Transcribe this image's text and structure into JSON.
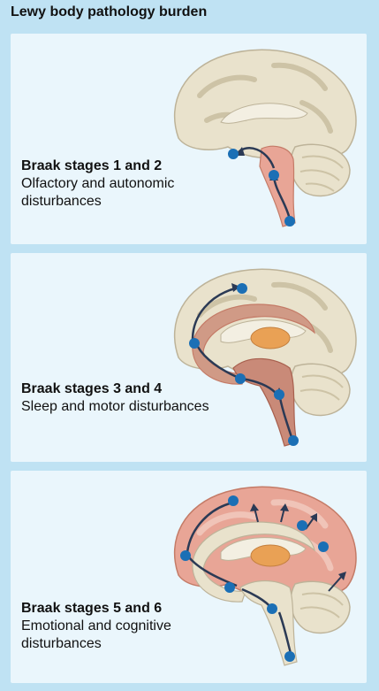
{
  "title": "Lewy body pathology burden",
  "colors": {
    "background": "#bfe2f3",
    "panel": "#eaf6fc",
    "brain": "#e9e2cc",
    "brain_outline": "#bdb399",
    "pathology": "#e8a596",
    "pathology_dark": "#c47b67",
    "thalamus": "#e9a155",
    "node": "#1b6fb5",
    "arrow": "#2b3a55"
  },
  "panels": [
    {
      "stage": "Braak stages 1 and 2",
      "description": "Olfactory and autonomic disturbances",
      "affected_regions": [
        "brainstem",
        "olfactory"
      ]
    },
    {
      "stage": "Braak stages 3 and 4",
      "description": "Sleep and motor disturbances",
      "affected_regions": [
        "brainstem",
        "midbrain",
        "thalamus",
        "limbic"
      ]
    },
    {
      "stage": "Braak stages 5 and 6",
      "description": "Emotional and cognitive disturbances",
      "affected_regions": [
        "brainstem",
        "midbrain",
        "thalamus",
        "limbic",
        "neocortex"
      ]
    }
  ]
}
